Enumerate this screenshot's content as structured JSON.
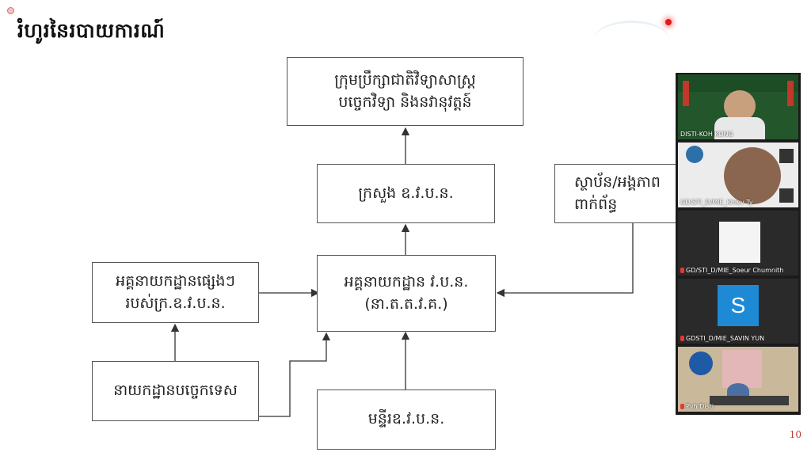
{
  "slide": {
    "title": "រំហូរនៃរបាយការណ៍",
    "page_number": "10"
  },
  "diagram": {
    "top": "ក្រុមប្រឹក្សាជាតិវិទ្យាសាស្ត្រ\nបច្ចេកវិទ្យា និងនវានុវត្តន៍",
    "ministry": "ក្រសួង ឧ.វ.ប.ន.",
    "partners": "ស្ថាប័ន/អង្គភាព\nពាក់ព័ន្ធ",
    "gdsti": "អគ្គនាយកដ្ឋាន វ.ប.ន.\n(នា.ត.ត.វ.គ.)",
    "other_gd": "អគ្គនាយកដ្ឋានផ្សេងៗ\nរបស់ក្រ.ឧ.វ.ប.ន.",
    "tech_dept": "នាយកដ្ឋានបច្ចេកទេស",
    "provincial": "មន្ទីរឧ.វ.ប.ន."
  },
  "participants": [
    {
      "name": "DISTI-KOH KONG",
      "muted": false
    },
    {
      "name": "GD/STI_D/MIE_Khiev Ty",
      "muted": false
    },
    {
      "name": "GD/STI_D/MIE_Soeur Chumnith",
      "muted": true
    },
    {
      "name": "GDSTI_D/MIE_SAVIN YUN",
      "muted": true,
      "avatar": "S"
    },
    {
      "name": "Pvh Disti",
      "muted": true
    }
  ],
  "colors": {
    "accent": "#1e8ad6",
    "page_number": "#c0392b"
  }
}
